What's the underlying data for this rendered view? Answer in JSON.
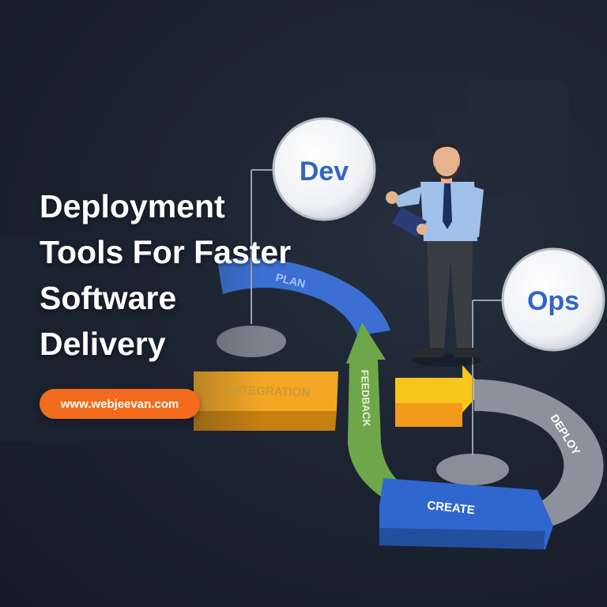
{
  "headline": {
    "line1": "Deployment",
    "line2": "Tools For Faster",
    "line3": "Software",
    "line4": "Delivery"
  },
  "url_pill": {
    "text": "www.webjeevan.com",
    "color": "#f26a1b"
  },
  "bubbles": {
    "dev": "Dev",
    "ops": "Ops"
  },
  "stages": {
    "plan": "PLAN",
    "integration": "INTEGRATION",
    "feedback": "FEEDBACK",
    "create": "CREATE",
    "deploy": "DEPLOY"
  },
  "colors": {
    "background": "#1b2230",
    "plan_segment": "#3b6fd1",
    "feedback_segment": "#6ea74a",
    "integration_segment": "#f3a623",
    "create_segment": "#2f67cf",
    "deploy_segment": "#8d919c",
    "bubble_text": "#3264c8"
  },
  "icons": [
    "dev-bubble",
    "ops-bubble",
    "businessman-illustration",
    "devops-loop-illustration"
  ]
}
